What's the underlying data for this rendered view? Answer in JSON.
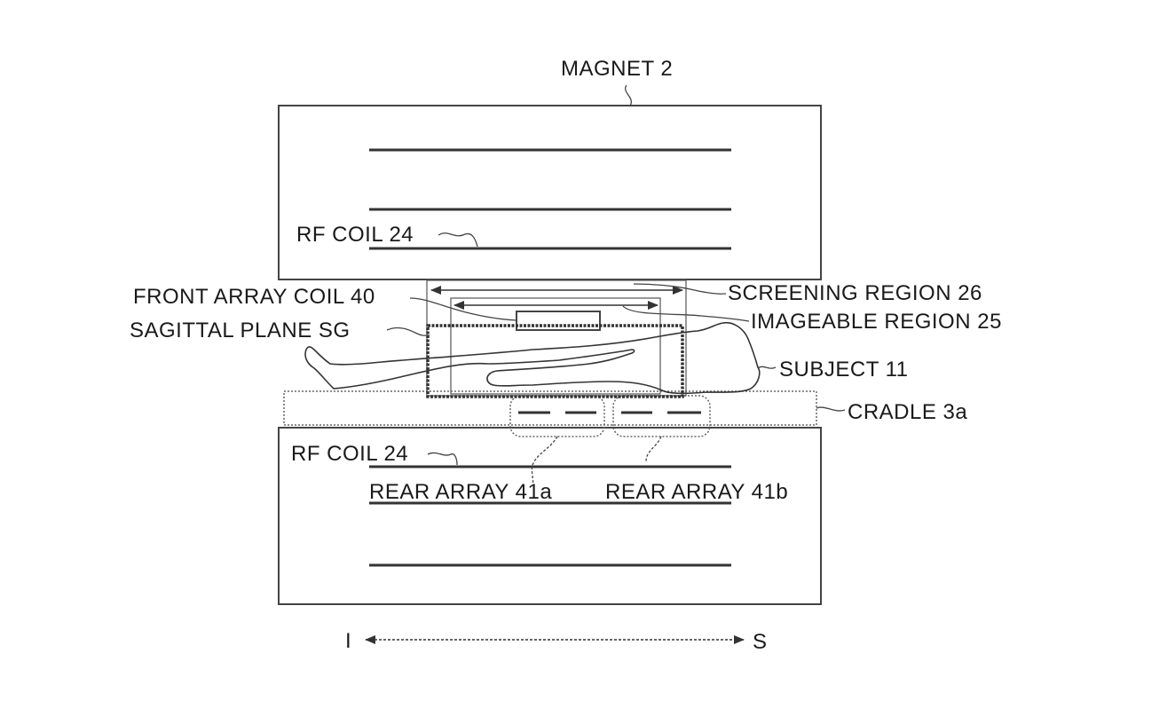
{
  "labels": {
    "magnet": "MAGNET 2",
    "rf_coil_top": "RF COIL 24",
    "front_array_coil": "FRONT ARRAY COIL 40",
    "sagittal_plane": "SAGITTAL PLANE SG",
    "screening_region": "SCREENING REGION 26",
    "imageable_region": "IMAGEABLE REGION 25",
    "subject": "SUBJECT 11",
    "cradle": "CRADLE 3a",
    "rf_coil_bottom": "RF COIL 24",
    "rear_array_a": "REAR ARRAY 41a",
    "rear_array_b": "REAR ARRAY 41b",
    "axis_left": "I",
    "axis_right": "S"
  }
}
